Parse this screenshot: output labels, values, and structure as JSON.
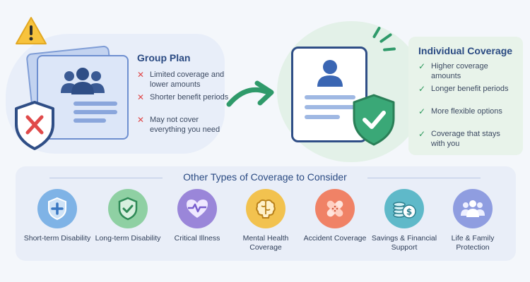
{
  "group_plan": {
    "title": "Group Plan",
    "items": [
      "Limited coverage and lower amounts",
      "Shorter benefit periods",
      "May not cover everything you need"
    ],
    "mark_color": "#e04a4a",
    "icons": [
      "warning-icon",
      "group-document-icon",
      "shield-x-icon"
    ]
  },
  "individual": {
    "title": "Individual Coverage",
    "items": [
      "Higher coverage amounts",
      "Longer benefit periods",
      "More flexible options",
      "Coverage that stays with you"
    ],
    "mark_color": "#2f9a5e",
    "icons": [
      "person-document-icon",
      "shield-check-icon",
      "arrow-right-icon"
    ]
  },
  "other": {
    "title": "Other Types of Coverage to Consider",
    "items": [
      {
        "label": "Short-term Disability",
        "icon": "shield-plus-icon",
        "color": "#7fb3e6"
      },
      {
        "label": "Long-term Disability",
        "icon": "shield-check-icon",
        "color": "#8fd0a3"
      },
      {
        "label": "Critical Illness",
        "icon": "heart-pulse-icon",
        "color": "#9a86d9"
      },
      {
        "label": "Mental Health Coverage",
        "icon": "brain-icon",
        "color": "#f2c24f"
      },
      {
        "label": "Accident Coverage",
        "icon": "bandage-icon",
        "color": "#f08266"
      },
      {
        "label": "Savings & Financial Support",
        "icon": "coins-icon",
        "color": "#5fb9c9"
      },
      {
        "label": "Life & Family Protection",
        "icon": "family-icon",
        "color": "#8f9de0"
      }
    ]
  }
}
